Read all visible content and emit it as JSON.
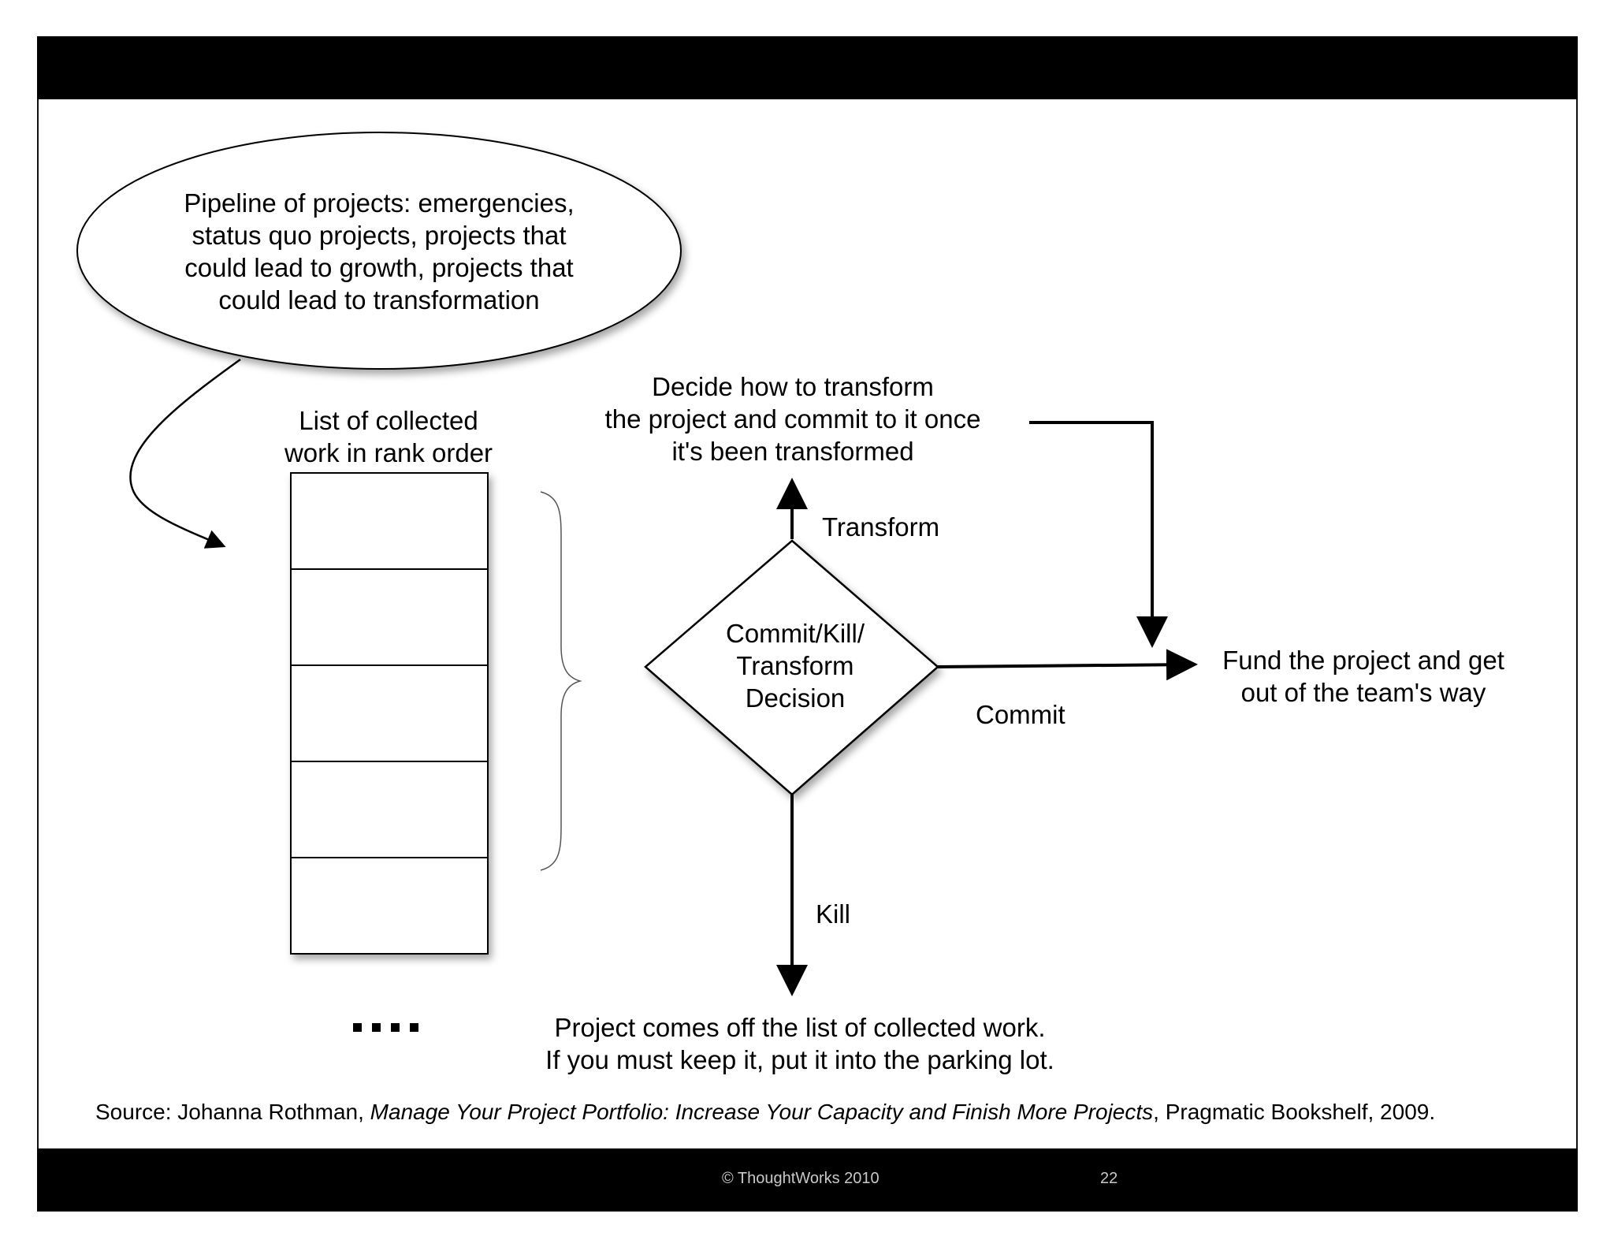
{
  "bubble_text": "Pipeline of projects: emergencies,\nstatus quo projects, projects that\ncould lead to growth, projects that\ncould lead to transformation",
  "list_label": "List of collected\nwork in rank order",
  "transform_target": "Decide how to transform\nthe project and commit to it once\nit's been transformed",
  "decision_label": "Commit/Kill/\nTransform\nDecision",
  "edge_transform": "Transform",
  "edge_commit": "Commit",
  "edge_kill": "Kill",
  "commit_target": "Fund the project and get\nout of the team's way",
  "kill_target": "Project comes off the list of collected work.\nIf you must keep it, put it into the parking lot.",
  "source": {
    "prefix": "Source: Johanna Rothman, ",
    "title": "Manage Your Project Portfolio: Increase Your Capacity and Finish More Projects",
    "suffix": ", Pragmatic Bookshelf, 2009."
  },
  "footer": {
    "copyright": "©  ThoughtWorks 2010",
    "page_number": "22"
  },
  "colors": {
    "bars": "#000000",
    "footer_text": "#c8c8c8",
    "bracket": "#555555"
  }
}
